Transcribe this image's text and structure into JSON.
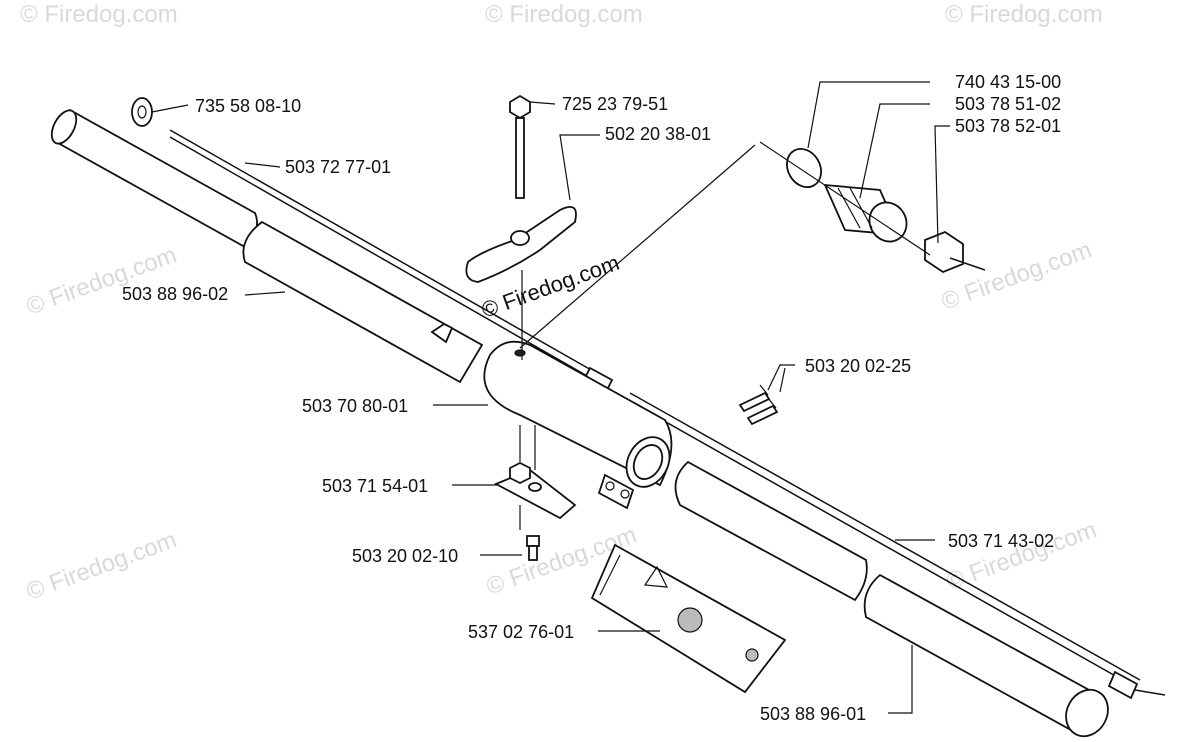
{
  "watermark_text": "© Firedog.com",
  "center_watermark": "© Firedog.com",
  "labels": {
    "p735580810": "735 58 08-10",
    "p725237951": "725 23 79-51",
    "p502203801": "502 20 38-01",
    "p503727701": "503 72 77-01",
    "p740431500": "740 43 15-00",
    "p503785102": "503 78 51-02",
    "p503785201": "503 78 52-01",
    "p503889602": "503 88 96-02",
    "p503200225": "503 20 02-25",
    "p503708001": "503 70 80-01",
    "p503715401": "503 71 54-01",
    "p503714302": "503 71 43-02",
    "p503200210": "503 20 02-10",
    "p537027601": "537 02 76-01",
    "p503889601": "503 88 96-01"
  }
}
